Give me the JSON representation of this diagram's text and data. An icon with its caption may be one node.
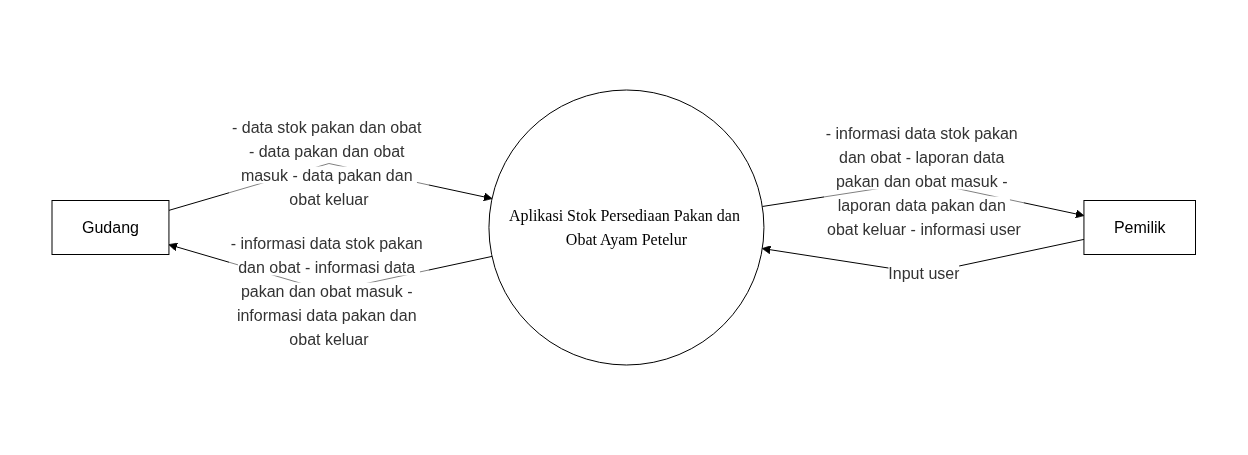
{
  "diagram": {
    "nodes": [
      {
        "text": [
          "Gudang"
        ]
      },
      {
        "text": [
          "Aplikasi Stok Persediaan Pakan dan Obat Ayam Petelur"
        ]
      },
      {
        "text": [
          "Pemilik"
        ]
      }
    ],
    "edges": [
      {
        "from": 0,
        "to": 1,
        "arrow": "to",
        "label": "- data stok pakan dan obat - data pakan dan obat masuk - data pakan dan obat keluar"
      },
      {
        "from": 2,
        "to": 1,
        "arrow": "to",
        "label": "Input user"
      },
      {
        "from": 1,
        "to": 0,
        "arrow": "to",
        "label": "- informasi data stok pakan dan obat - informasi data pakan dan obat masuk - informasi data pakan dan obat keluar"
      },
      {
        "from": 1,
        "to": 2,
        "arrow": "to",
        "label": "- informasi data stok pakan dan obat - laporan data pakan dan obat masuk - laporan data pakan dan obat keluar - informasi user"
      }
    ]
  }
}
